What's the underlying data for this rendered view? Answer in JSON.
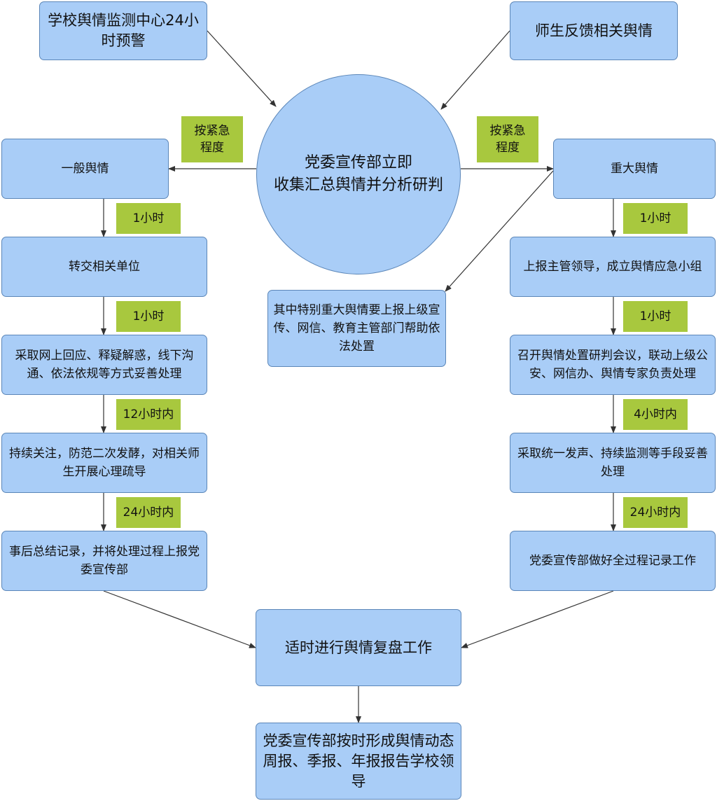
{
  "nodes": {
    "monitor_center": "学校舆情监测中心24小时预警",
    "feedback": "师生反馈相关舆情",
    "center": "党委宣传部立即\n收集汇总舆情并分析研判",
    "general": "一般舆情",
    "major": "重大舆情",
    "special": "其中特别重大舆情要上报上级宣传、网信、教育主管部门帮助依法处置",
    "left_step1": "转交相关单位",
    "left_step2": "采取网上回应、释疑解惑，线下沟通、依法依规等方式妥善处理",
    "left_step3": "持续关注，防范二次发酵，对相关师生开展心理疏导",
    "left_step4": "事后总结记录，并将处理过程上报党委宣传部",
    "right_step1": "上报主管领导，成立舆情应急小组",
    "right_step2": "召开舆情处置研判会议，联动上级公安、网信办、舆情专家负责处理",
    "right_step3": "采取统一发声、持续监测等手段妥善处理",
    "right_step4": "党委宣传部做好全过程记录工作",
    "review": "适时进行舆情复盘工作",
    "report": "党委宣传部按时形成舆情动态周报、季报、年报报告学校领导"
  },
  "tags": {
    "urgency_left": "按紧急\n程度",
    "urgency_right": "按紧急\n程度",
    "left_t1": "1小时",
    "left_t2": "1小时",
    "left_t3": "12小时内",
    "left_t4": "24小时内",
    "right_t1": "1小时",
    "right_t2": "1小时",
    "right_t3": "4小时内",
    "right_t4": "24小时内"
  },
  "colors": {
    "box_fill": "#a9cdf7",
    "box_border": "#5b86b8",
    "tag_fill": "#a8c83e",
    "arrow": "#333333"
  }
}
